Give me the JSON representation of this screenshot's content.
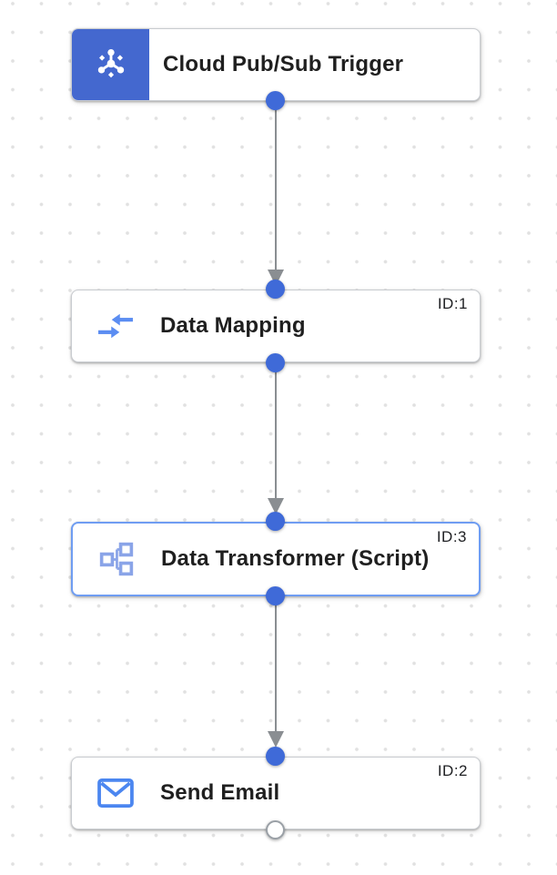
{
  "canvas": {
    "description": "integration workflow editor canvas with dotted grid"
  },
  "colors": {
    "trigger_block_blue": "#4468cf",
    "connector_dot_blue": "#3f6ad8",
    "task_icon_blue": "#5b8df2",
    "transformer_icon_blue": "#8aa4e8",
    "selected_border_blue": "#6f9df2",
    "edge_arrow_gray": "#8a8e92",
    "grid_dot_gray": "#e1e1e1",
    "title_text": "#1f1f1f"
  },
  "nodes": [
    {
      "label": "Cloud Pub/Sub Trigger",
      "id_label": "",
      "kind": "trigger",
      "icon": "pubsub-trigger-icon",
      "selected": false
    },
    {
      "label": "Data Mapping",
      "id_label": "ID:1",
      "kind": "task",
      "icon": "data-mapping-icon",
      "selected": false
    },
    {
      "label": "Data Transformer (Script)",
      "id_label": "ID:3",
      "kind": "task",
      "icon": "data-transformer-icon",
      "selected": true
    },
    {
      "label": "Send Email",
      "id_label": "ID:2",
      "kind": "task",
      "icon": "send-email-icon",
      "selected": false
    }
  ],
  "edges": [
    {
      "from": "Cloud Pub/Sub Trigger",
      "to": "Data Mapping"
    },
    {
      "from": "Data Mapping",
      "to": "Data Transformer (Script)"
    },
    {
      "from": "Data Transformer (Script)",
      "to": "Send Email"
    }
  ]
}
